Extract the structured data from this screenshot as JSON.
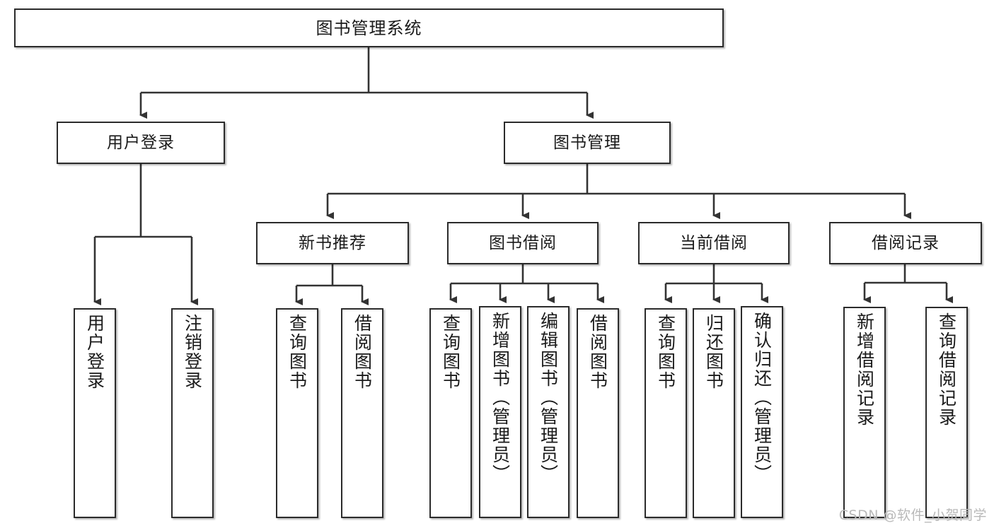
{
  "diagram": {
    "title": "图书管理系统",
    "type": "function-structure-tree",
    "watermark": "CSDN @软件_小贺同学",
    "colors": {
      "background": "#ffffff",
      "box_border": "#2b2b2b",
      "box_fill": "#ffffff",
      "line": "#333333",
      "text": "#1a1a1a",
      "watermark": "#b9b9b9"
    }
  },
  "nodes": {
    "root": {
      "label": "图书管理系统"
    },
    "level2": [
      {
        "label": "用户登录"
      },
      {
        "label": "图书管理"
      }
    ],
    "level3": [
      {
        "label": "新书推荐"
      },
      {
        "label": "图书借阅"
      },
      {
        "label": "当前借阅"
      },
      {
        "label": "借阅记录"
      }
    ],
    "leaves_user_login": [
      {
        "label": "用户登录"
      },
      {
        "label": "注销登录"
      }
    ],
    "leaves_new_book": [
      {
        "label": "查询图书"
      },
      {
        "label": "借阅图书"
      }
    ],
    "leaves_borrow": [
      {
        "label": "查询图书"
      },
      {
        "label": "新增图书（管理员）"
      },
      {
        "label": "编辑图书（管理员）"
      },
      {
        "label": "借阅图书"
      }
    ],
    "leaves_current": [
      {
        "label": "查询图书"
      },
      {
        "label": "归还图书"
      },
      {
        "label": "确认归还（管理员）"
      }
    ],
    "leaves_record": [
      {
        "label": "新增借阅记录"
      },
      {
        "label": "查询借阅记录"
      }
    ]
  },
  "chart_data": {
    "type": "tree",
    "title": "图书管理系统",
    "edges": [
      {
        "from": "图书管理系统",
        "to": "用户登录"
      },
      {
        "from": "图书管理系统",
        "to": "图书管理"
      },
      {
        "from": "用户登录",
        "to": "用户登录"
      },
      {
        "from": "用户登录",
        "to": "注销登录"
      },
      {
        "from": "图书管理",
        "to": "新书推荐"
      },
      {
        "from": "图书管理",
        "to": "图书借阅"
      },
      {
        "from": "图书管理",
        "to": "当前借阅"
      },
      {
        "from": "图书管理",
        "to": "借阅记录"
      },
      {
        "from": "新书推荐",
        "to": "查询图书"
      },
      {
        "from": "新书推荐",
        "to": "借阅图书"
      },
      {
        "from": "图书借阅",
        "to": "查询图书"
      },
      {
        "from": "图书借阅",
        "to": "新增图书（管理员）"
      },
      {
        "from": "图书借阅",
        "to": "编辑图书（管理员）"
      },
      {
        "from": "图书借阅",
        "to": "借阅图书"
      },
      {
        "from": "当前借阅",
        "to": "查询图书"
      },
      {
        "from": "当前借阅",
        "to": "归还图书"
      },
      {
        "from": "当前借阅",
        "to": "确认归还（管理员）"
      },
      {
        "from": "借阅记录",
        "to": "新增借阅记录"
      },
      {
        "from": "借阅记录",
        "to": "查询借阅记录"
      }
    ]
  }
}
